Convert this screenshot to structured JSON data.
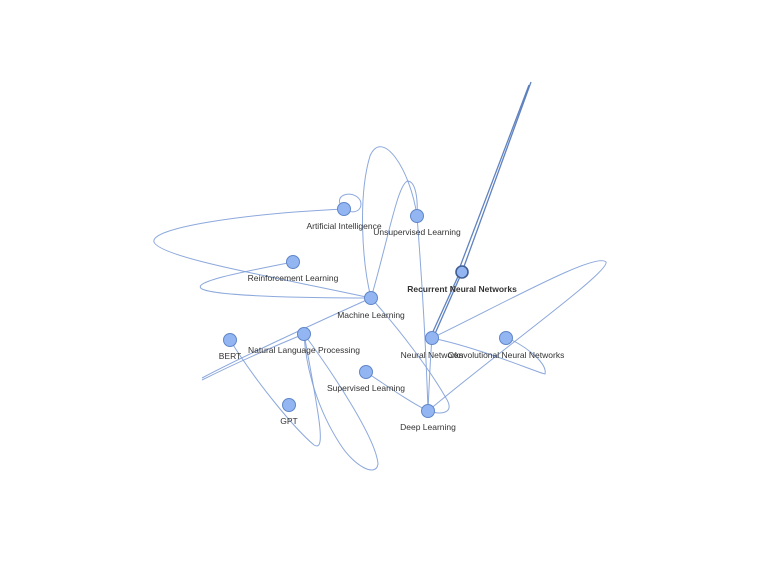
{
  "graph": {
    "nodes": [
      {
        "key": "artificial_intelligence",
        "label": "Artificial Intelligence"
      },
      {
        "key": "unsupervised_learning",
        "label": "Unsupervised Learning"
      },
      {
        "key": "reinforcement_learning",
        "label": "Reinforcement Learning"
      },
      {
        "key": "recurrent_neural_networks",
        "label": "Recurrent Neural Networks",
        "selected": true
      },
      {
        "key": "machine_learning",
        "label": "Machine Learning"
      },
      {
        "key": "natural_language_processing",
        "label": "Natural Language Processing"
      },
      {
        "key": "bert",
        "label": "BERT"
      },
      {
        "key": "neural_networks",
        "label": "Neural Networks"
      },
      {
        "key": "convolutional_neural_networks",
        "label": "Convolutional Neural Networks"
      },
      {
        "key": "supervised_learning",
        "label": "Supervised Learning"
      },
      {
        "key": "gpt",
        "label": "GPT"
      },
      {
        "key": "deep_learning",
        "label": "Deep Learning"
      }
    ],
    "colors": {
      "node_fill": "#93b6f3",
      "node_stroke": "#5f86c8",
      "edge": "#7f9fd8",
      "label": "#333333"
    }
  }
}
